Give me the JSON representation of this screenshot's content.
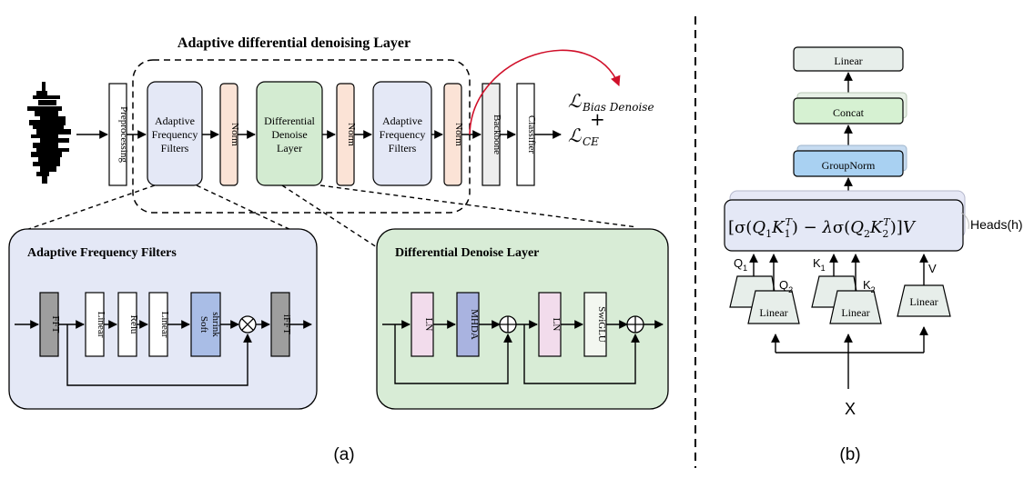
{
  "panel_a": {
    "title": "Adaptive differential denoising Layer",
    "preprocessing": "Preprocessing",
    "aff1": [
      "Adaptive",
      "Frequency",
      "Filters"
    ],
    "norm": "Norm",
    "ddl": [
      "Differential",
      "Denoise",
      "Layer"
    ],
    "aff2": [
      "Adaptive",
      "Frequency",
      "Filters"
    ],
    "backbone": "Backbone",
    "classifier": "Classifier",
    "loss_bias": "Bias Denoise",
    "loss_ce": "CE",
    "plus": "+",
    "caption": "(a)",
    "aff_panel": {
      "title": "Adaptive Frequency Filters",
      "fft": "FFT",
      "linear1": "Linear",
      "relu": "Relu",
      "linear2": "Linear",
      "soft": [
        "Soft",
        "shrink"
      ],
      "ifft": "iFFT"
    },
    "ddl_panel": {
      "title": "Differential Denoise Layer",
      "ln1": "LN",
      "mhda": "MHDA",
      "ln2": "LN",
      "swiglu": "SwiGLU"
    }
  },
  "panel_b": {
    "linear_top": "Linear",
    "concat": "Concat",
    "groupnorm": "GroupNorm",
    "heads": "Heads(h)",
    "linear_q": "Linear",
    "linear_k": "Linear",
    "linear_v": "Linear",
    "q1": "Q1",
    "q2": "Q2",
    "k1": "K1",
    "k2": "K2",
    "v": "V",
    "input_x": "X",
    "caption": "(b)"
  },
  "colors": {
    "lavender": "#e4e8f6",
    "blue_box": "#a9bde6",
    "green_panel": "#d8ecd6",
    "green_box": "#d3ebd1",
    "norm_peach": "#fbe3d6",
    "pink_box": "#f2dcec",
    "gray_box": "#9e9e9e",
    "light_gray_box": "#eeeeee",
    "groupnorm_blue": "#a9d1f2",
    "concat_green": "#d6f1d2",
    "linear_gray": "#e7eeea",
    "arrow_red": "#d0102a"
  }
}
